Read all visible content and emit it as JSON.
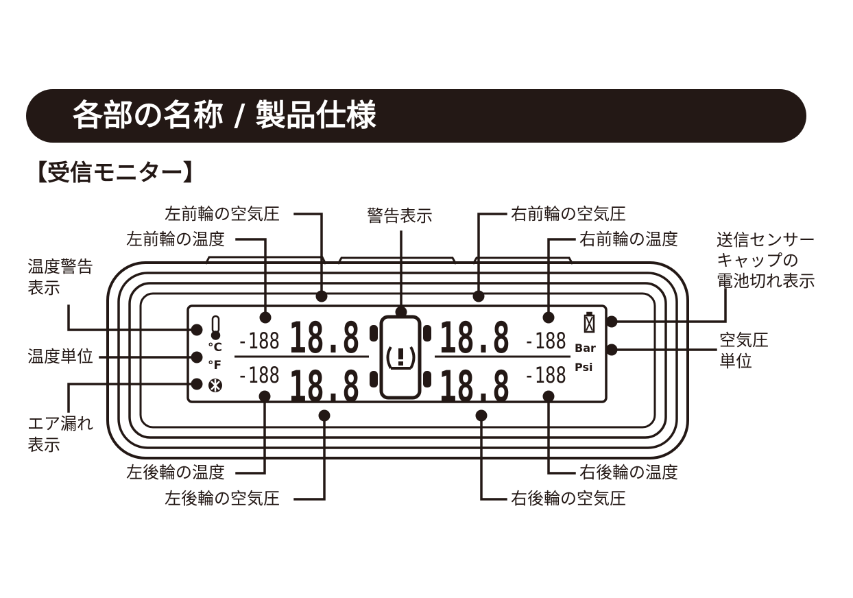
{
  "header": {
    "title": "各部の名称 / 製品仕様"
  },
  "section": {
    "title": "【受信モニター】"
  },
  "labels": {
    "lf_pressure": "左前輪の空気圧",
    "lf_temp": "左前輪の温度",
    "warning": "警告表示",
    "rf_pressure": "右前輪の空気圧",
    "rf_temp": "右前輪の温度",
    "sensor_battery_1": "送信センサー",
    "sensor_battery_2": "キャップの",
    "sensor_battery_3": "電池切れ表示",
    "temp_warning_1": "温度警告",
    "temp_warning_2": "表示",
    "temp_unit": "温度単位",
    "air_leak_1": "エア漏れ",
    "air_leak_2": "表示",
    "pressure_unit_1": "空気圧",
    "pressure_unit_2": "単位",
    "lr_temp": "左後輪の温度",
    "lr_pressure": "左後輪の空気圧",
    "rr_pressure": "右後輪の空気圧",
    "rr_temp": "右後輪の温度"
  },
  "display": {
    "big_digits": "18.8",
    "small_digits": "-188",
    "unit_celsius": "°C",
    "unit_fahrenheit": "°F",
    "unit_bar": "Bar",
    "unit_psi": "Psi"
  },
  "icons": {
    "thermometer": "thermometer-icon",
    "air_leak": "air-leak-icon",
    "tpms_warning": "tpms-warning-icon",
    "battery": "battery-icon"
  },
  "colors": {
    "ink": "#231815",
    "background": "#ffffff"
  }
}
